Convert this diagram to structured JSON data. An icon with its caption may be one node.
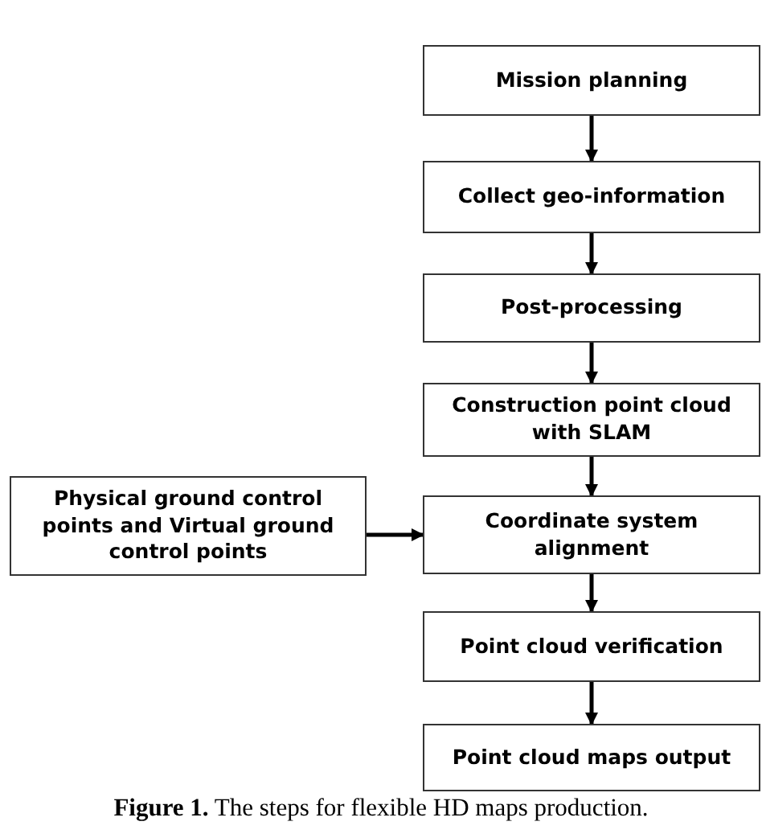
{
  "diagram": {
    "caption": "**Figure 1.** The steps for flexible HD maps production.",
    "nodes": [
      {
        "text": [
          "Mission planning"
        ]
      },
      {
        "text": [
          "Collect geo-information"
        ]
      },
      {
        "text": [
          "Post-processing"
        ]
      },
      {
        "text": [
          "Construction point cloud with SLAM"
        ]
      },
      {
        "text": [
          "Coordinate system alignment"
        ]
      },
      {
        "text": [
          "Point cloud verification"
        ]
      },
      {
        "text": [
          "Point cloud maps output"
        ]
      },
      {
        "text": [
          "Physical ground control points and Virtual ground control points"
        ]
      }
    ],
    "edges": [
      {
        "from": 0,
        "to": 1,
        "arrow": "to"
      },
      {
        "from": 1,
        "to": 2,
        "arrow": "to"
      },
      {
        "from": 2,
        "to": 3,
        "arrow": "to"
      },
      {
        "from": 3,
        "to": 4,
        "arrow": "to"
      },
      {
        "from": 4,
        "to": 5,
        "arrow": "to"
      },
      {
        "from": 5,
        "to": 6,
        "arrow": "to"
      },
      {
        "from": 7,
        "to": 4,
        "arrow": "to"
      }
    ]
  }
}
